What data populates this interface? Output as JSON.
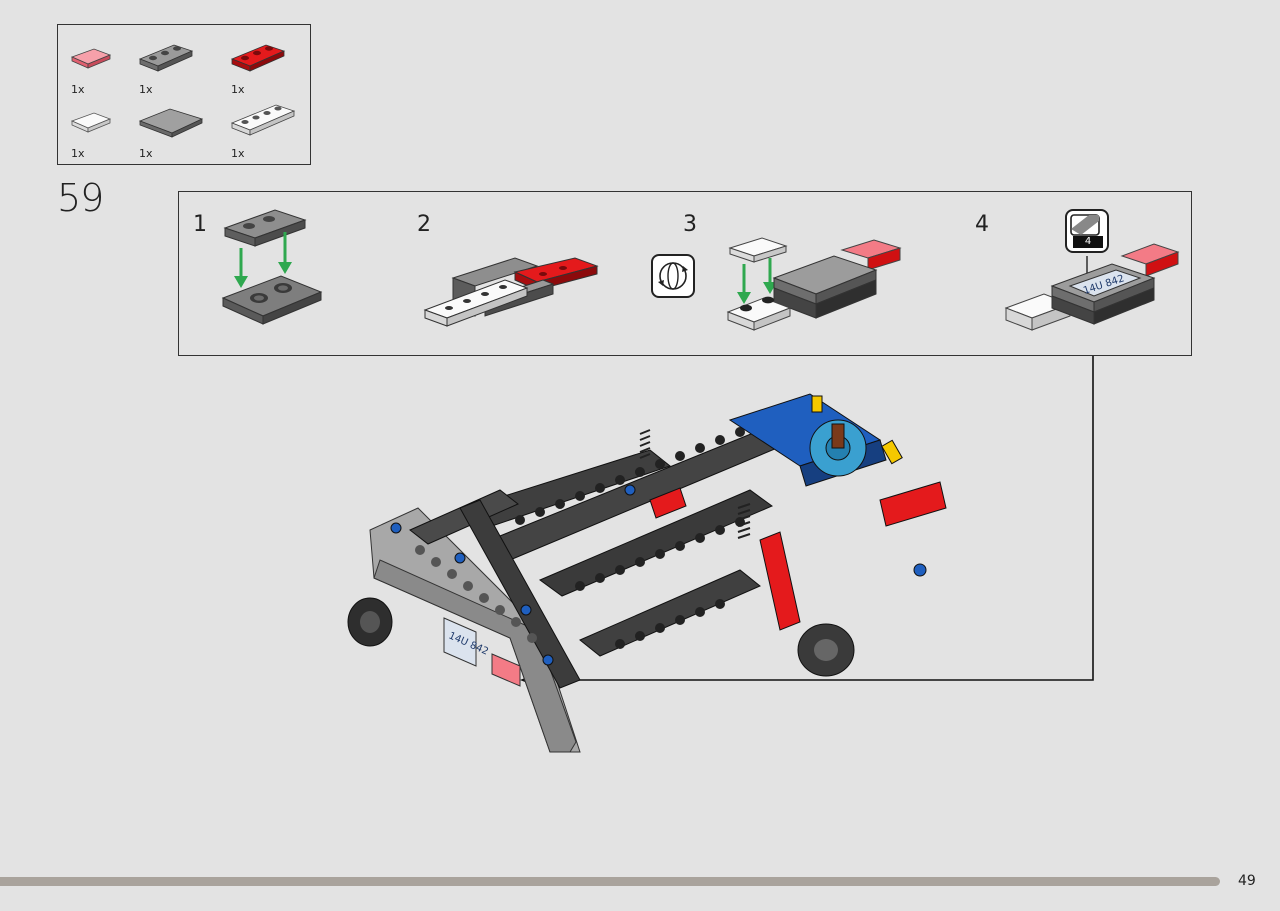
{
  "parts": [
    {
      "name": "trans-red-tile-1x2",
      "qty": "1x",
      "color": "#f26d7a"
    },
    {
      "name": "dark-gray-plate-1x3",
      "qty": "1x",
      "color": "#8a8a8a"
    },
    {
      "name": "red-plate-1x3",
      "qty": "1x",
      "color": "#d01012"
    },
    {
      "name": "white-tile-1x2",
      "qty": "1x",
      "color": "#f4f4f4"
    },
    {
      "name": "dark-gray-tile-2x4",
      "qty": "1x",
      "color": "#8f8f8f"
    },
    {
      "name": "white-plate-1x4",
      "qty": "1x",
      "color": "#f4f4f4"
    }
  ],
  "step": {
    "number": "59"
  },
  "substeps": [
    {
      "number": "1"
    },
    {
      "number": "2"
    },
    {
      "number": "3"
    },
    {
      "number": "4"
    }
  ],
  "sticker": {
    "label": "4",
    "plate_text": "14U 842"
  },
  "model": {
    "plate_text": "14U 842"
  },
  "footer": {
    "page_number": "49"
  },
  "colors": {
    "background": "#e3e3e3",
    "frame": "#333333",
    "arrow_green": "#2fa84f",
    "footer_bar": "#a9a39c",
    "lego_red": "#d01012",
    "lego_blue": "#1f5fbf",
    "lego_dark_gray": "#3f3f3f"
  }
}
